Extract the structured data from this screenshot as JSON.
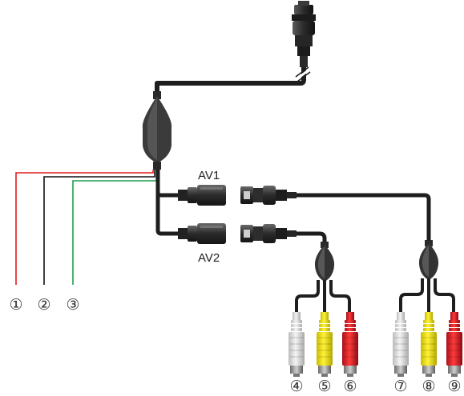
{
  "connectors": {
    "av1_label": "AV1",
    "av2_label": "AV2"
  },
  "pin_markers": [
    "①",
    "②",
    "③",
    "④",
    "⑤",
    "⑥",
    "⑦",
    "⑧",
    "⑨"
  ],
  "colors": {
    "cable": "#1e1e1e",
    "body_dark": "#2e2e2e",
    "body_mid": "#4a4a4a",
    "wire_red": "#e21b1b",
    "wire_black": "#111111",
    "wire_green": "#1e9e4a",
    "rca_white": "#e6e6e6",
    "rca_yellow": "#f6e90a",
    "rca_red": "#e8202a"
  }
}
